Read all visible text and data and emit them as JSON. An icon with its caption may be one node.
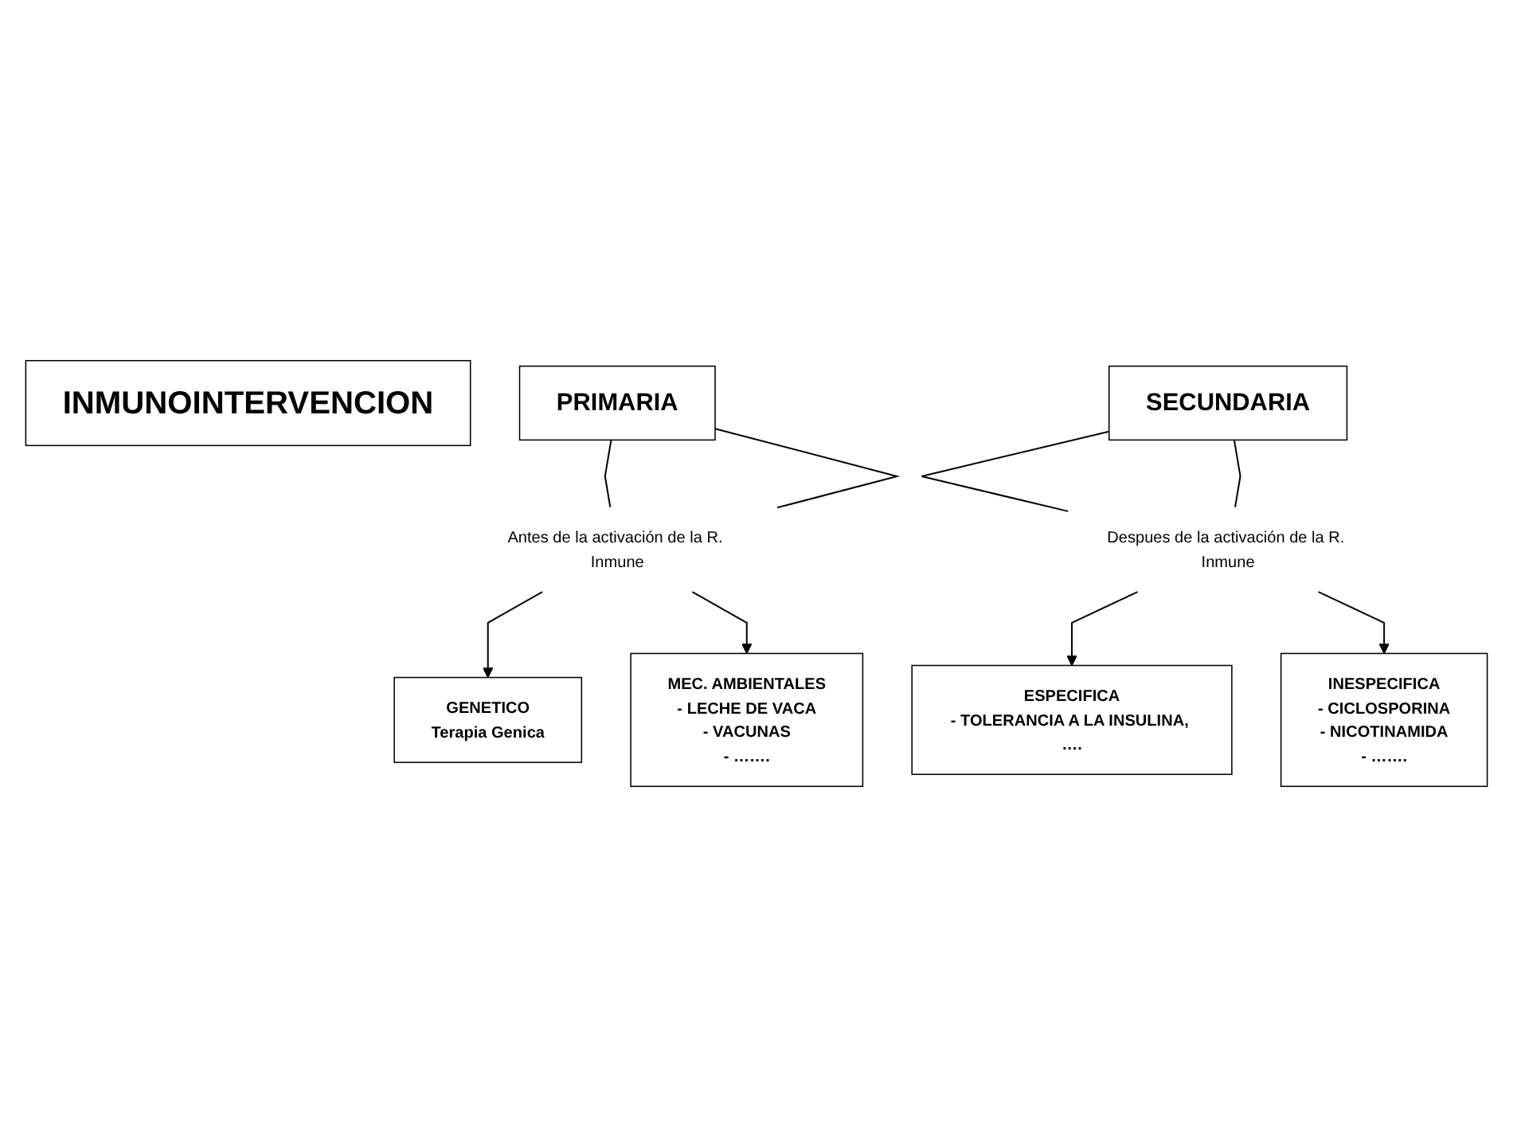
{
  "diagram": {
    "nodes": [
      {
        "text": [
          "INMUNOINTERVENCION"
        ]
      },
      {
        "text": [
          "PRIMARIA"
        ]
      },
      {
        "text": [
          "Antes de la activación de la R. Inmune"
        ]
      },
      {
        "text": [
          "GENETICO",
          "Terapia Genica"
        ]
      },
      {
        "text": [
          "MEC. AMBIENTALES",
          "- LECHE DE VACA",
          "- VACUNAS",
          "- ……."
        ]
      },
      {
        "text": [
          "SECUNDARIA"
        ]
      },
      {
        "text": [
          "Despues de la activación de la R. Inmune"
        ]
      },
      {
        "text": [
          "ESPECIFICA",
          "- TOLERANCIA A LA INSULINA, …."
        ]
      },
      {
        "text": [
          "INESPECIFICA",
          "- CICLOSPORINA",
          "- NICOTINAMIDA",
          "- ……."
        ]
      }
    ],
    "edges": [
      {
        "from": 1,
        "to": 2,
        "arrow": "none"
      },
      {
        "from": 1,
        "to": 2,
        "arrow": "none"
      },
      {
        "from": 2,
        "to": 3,
        "arrow": "to"
      },
      {
        "from": 2,
        "to": 4,
        "arrow": "to"
      },
      {
        "from": 5,
        "to": 6,
        "arrow": "none"
      },
      {
        "from": 5,
        "to": 6,
        "arrow": "none"
      },
      {
        "from": 6,
        "to": 7,
        "arrow": "to"
      },
      {
        "from": 6,
        "to": 8,
        "arrow": "to"
      }
    ]
  }
}
